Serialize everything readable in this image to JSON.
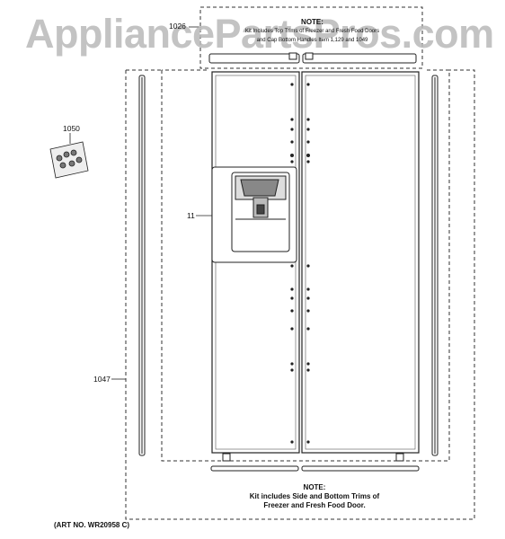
{
  "watermark": "AppliancePartsPros.com",
  "top_note": {
    "title": "NOTE:",
    "line1": "Kit Includes Top Trims of Freezer and Fresh Food Doors",
    "line2": "and Cap Bottom Handles Item 1,129 and 1049"
  },
  "bottom_note": {
    "title": "NOTE:",
    "line1": "Kit includes Side and Bottom Trims of",
    "line2": "Freezer and Fresh Food Door."
  },
  "callouts": {
    "top_trim": "1026",
    "parts_bag": "1050",
    "door_assembly": "11",
    "side_trim": "1047"
  },
  "art_number": "(ART NO. WR20958 C)"
}
